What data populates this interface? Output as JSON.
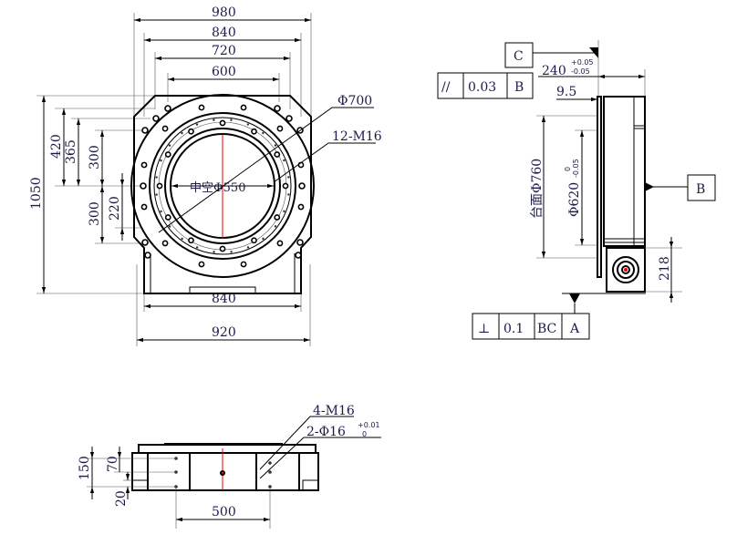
{
  "top_view": {
    "dims_horizontal": {
      "d980": "980",
      "d840_top": "840",
      "d720": "720",
      "d600": "600",
      "d840_bottom": "840",
      "d920": "920"
    },
    "dims_vertical": {
      "d1050": "1050",
      "d420": "420",
      "d365": "365",
      "d300_upper": "300",
      "d300_lower": "300",
      "d220": "220"
    },
    "callouts": {
      "bore": "Φ700",
      "threads": "12-M16",
      "hollow": "中空Φ550"
    }
  },
  "side_view": {
    "datum_c": "C",
    "datum_b": "B",
    "datum_a": "A",
    "parallelism": {
      "symbol": "//",
      "value": "0.03",
      "datum": "B"
    },
    "perpendicularity": {
      "symbol": "⊥",
      "value": "0.1",
      "datum": "BC"
    },
    "d240": "240",
    "d240_tol_upper": "+0.05",
    "d240_tol_lower": "-0.05",
    "d9_5": "9.5",
    "d760": "台面Φ760",
    "d620": "Φ620",
    "d620_tol_upper": "0",
    "d620_tol_lower": "-0.05",
    "d218": "218"
  },
  "front_view": {
    "d150": "150",
    "d70": "70",
    "d20": "20",
    "d500": "500",
    "threads": "4-M16",
    "pins": "2-Φ16",
    "pins_tol_upper": "+0.01",
    "pins_tol_lower": "0"
  }
}
